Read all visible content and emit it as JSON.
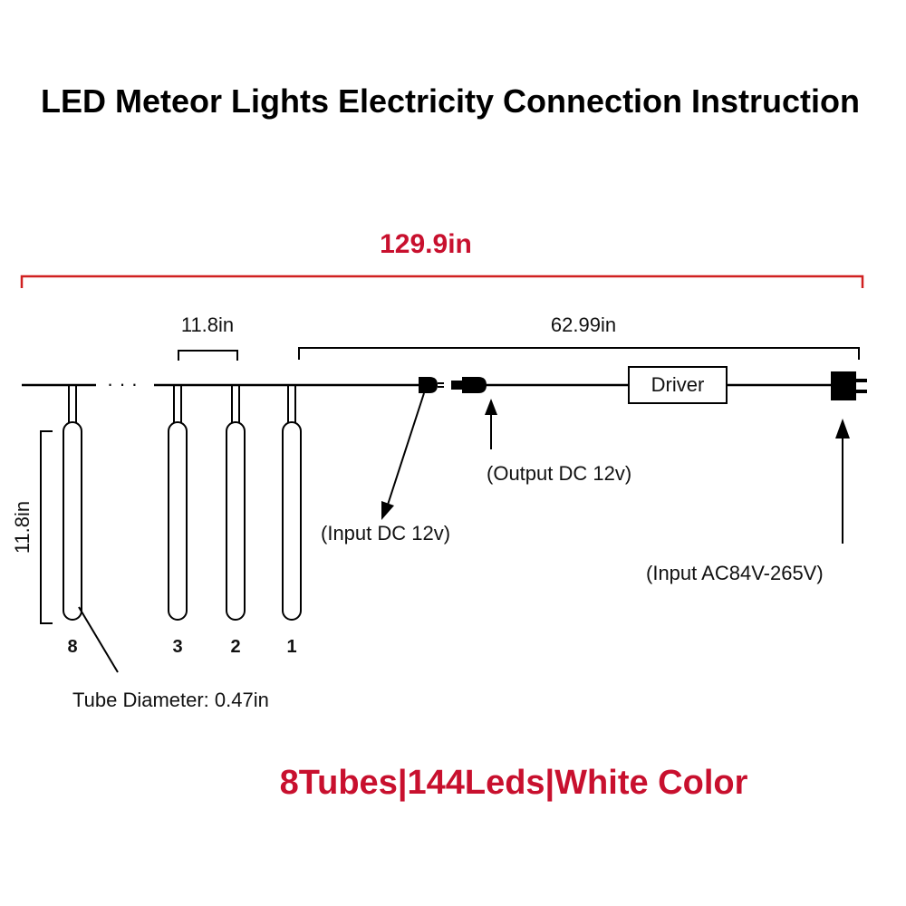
{
  "title": "LED Meteor Lights Electricity Connection Instruction",
  "total_length": "129.9in",
  "spacing_label": "11.8in",
  "cable_length": "62.99in",
  "tube_length": "11.8in",
  "ellipsis": "· · ·",
  "tube_numbers": [
    "8",
    "3",
    "2",
    "1"
  ],
  "driver_label": "Driver",
  "input_dc_label": "(Input DC 12v)",
  "output_dc_label": "(Output DC 12v)",
  "input_ac_label": "(Input  AC84V-265V)",
  "tube_diameter_label": "Tube Diameter: 0.47in",
  "specs": "8Tubes|144Leds|White Color",
  "colors": {
    "accent": "#c8102e",
    "line": "#000000",
    "bracket_red": "#d02020"
  }
}
